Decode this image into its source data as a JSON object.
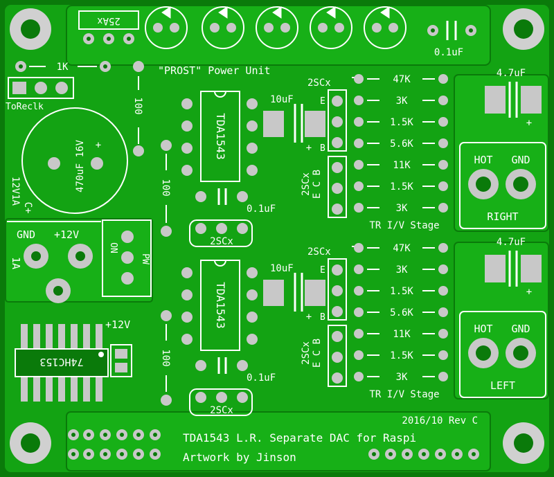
{
  "board": {
    "title": "\"PROST\" Power Unit",
    "footer_line1": "TDA1543 L.R. Separate DAC for Raspi",
    "footer_line2": "Artwork by Jinson",
    "revision": "2016/10 Rev C"
  },
  "components": {
    "top_transistor": "25Ax",
    "cap_top_right": "0.1uF",
    "res_1k": "1K",
    "to_reclk": "ToReclk",
    "big_cap": "470uF 16V",
    "big_cap_plus": "+",
    "pwr_label": "12V1A",
    "pwr_plus": "C+",
    "gnd": "GND",
    "plus12": "+12V",
    "amp_1a": "1A",
    "switch_on": "ON",
    "switch_pw": "PW",
    "ic_logic": "74HC153",
    "plus12_logic": "+12V",
    "r100": "100"
  },
  "channels": [
    {
      "ic": "TDA1543",
      "cap_10uf": "10uF",
      "cap_01uf": "0.1uF",
      "transistor_top": "2SCx",
      "transistor_side": "2SCx",
      "ecb": "E C B",
      "bottom_transistor": "2SCx",
      "cap_47uf": "4.7uF",
      "resistors": [
        "47K",
        "3K",
        "1.5K",
        "5.6K",
        "11K",
        "1.5K",
        "3K"
      ],
      "stage": "TR I/V Stage",
      "hot": "HOT",
      "gnd": "GND",
      "side": "RIGHT",
      "plus": "+",
      "e": "E",
      "b": "B"
    },
    {
      "ic": "TDA1543",
      "cap_10uf": "10uF",
      "cap_01uf": "0.1uF",
      "transistor_top": "2SCx",
      "transistor_side": "2SCx",
      "ecb": "E C B",
      "bottom_transistor": "2SCx",
      "cap_47uf": "4.7uF",
      "resistors": [
        "47K",
        "3K",
        "1.5K",
        "5.6K",
        "11K",
        "1.5K",
        "3K"
      ],
      "stage": "TR I/V Stage",
      "hot": "HOT",
      "gnd": "GND",
      "side": "LEFT",
      "plus": "+",
      "e": "E",
      "b": "B"
    }
  ],
  "colors": {
    "board": "#0a7a0a",
    "copper": "#13a313",
    "silk": "#ffffff",
    "pad": "#c8c8c8",
    "hole": "#0a7a0a"
  }
}
